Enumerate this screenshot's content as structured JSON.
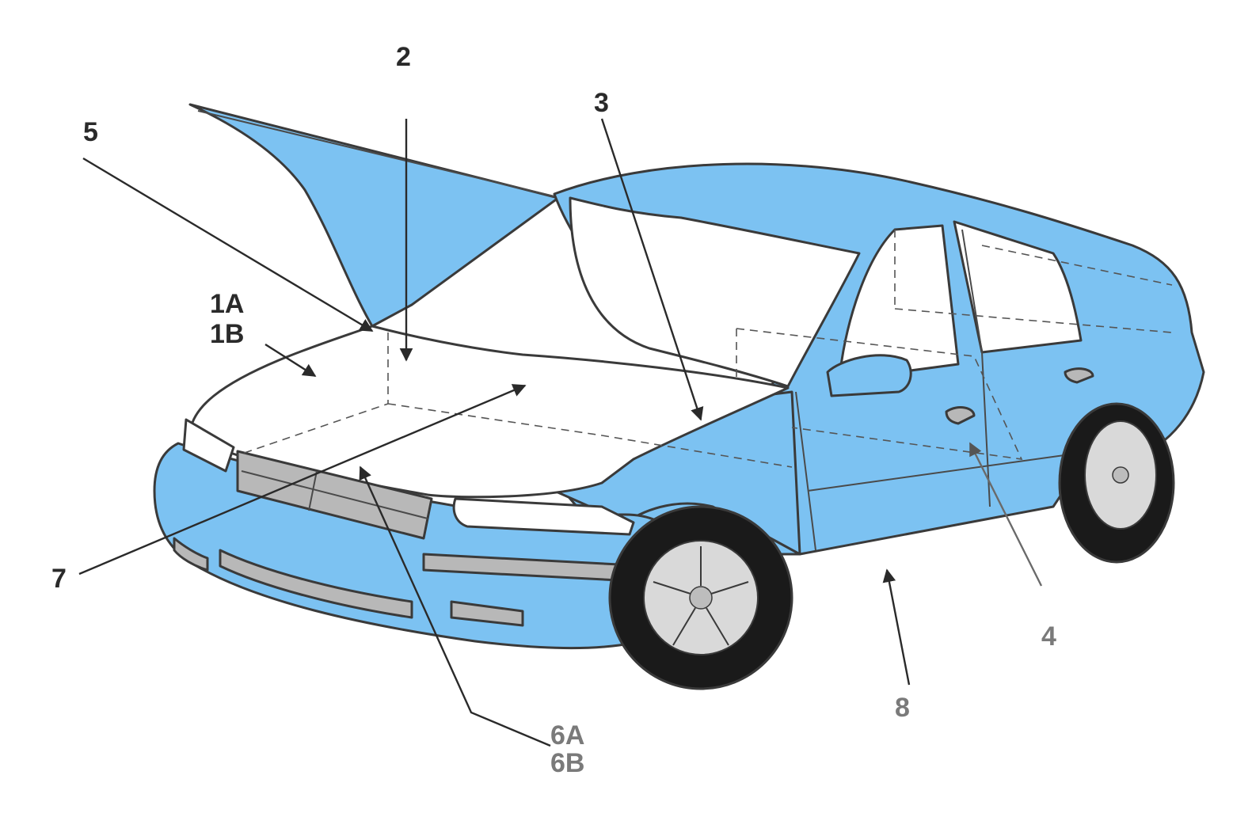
{
  "diagram": {
    "colors": {
      "body": "#7cc2f2",
      "panel_white": "#ffffff",
      "trim": "#b8b8b8",
      "tire": "#1a1a1a",
      "wheel": "#d9d9d9",
      "outline": "#3a3a3a"
    },
    "labels": {
      "l1A": "1A",
      "l1B": "1B",
      "l2": "2",
      "l3": "3",
      "l4": "4",
      "l5": "5",
      "l6A": "6A",
      "l6B": "6B",
      "l7": "7",
      "l8": "8"
    }
  }
}
